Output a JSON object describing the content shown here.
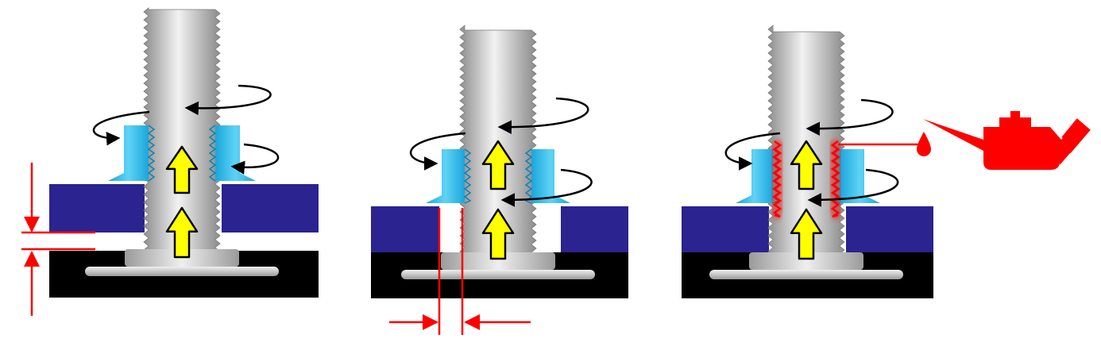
{
  "colors": {
    "background": "#ffffff",
    "plate_blue": "#2a2390",
    "base_black": "#000000",
    "nut_cyan": "#1fb6e8",
    "arrow_yellow": "#ffff00",
    "dimension_red": "#ff0000",
    "oil_can_red": "#ff0000",
    "bolt_gray": "#c8c8c8"
  },
  "icons": {
    "rotation_arrow": "curved-rotation-arrow-icon",
    "force_arrow": "upward-yellow-arrow-icon",
    "oil_can": "oil-can-icon"
  },
  "panels": [
    {
      "id": "gap-between-plates",
      "features": [
        "nut",
        "rotation-arrows",
        "force-arrows",
        "vertical-gap-dimension"
      ]
    },
    {
      "id": "plate-hole-clearance",
      "features": [
        "nut",
        "rotation-arrows",
        "force-arrows",
        "horizontal-clearance-dimension"
      ]
    },
    {
      "id": "lubricated-threads",
      "features": [
        "nut",
        "rotation-arrows",
        "force-arrows",
        "lubricated-threads",
        "oil-can"
      ]
    }
  ]
}
